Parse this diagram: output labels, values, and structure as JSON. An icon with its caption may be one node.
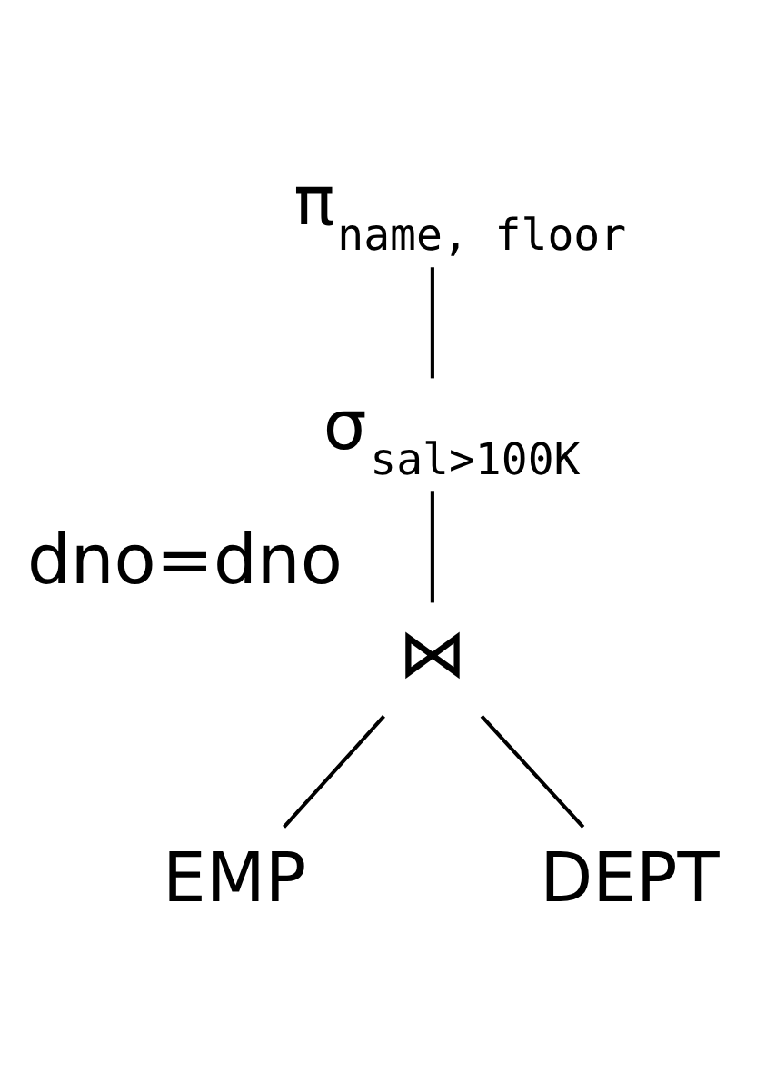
{
  "diagram": {
    "nodes": [
      {
        "text": [
          "π$_{name, floor}$"
        ]
      },
      {
        "text": [
          "σ$_{sal>100K}$"
        ]
      },
      {
        "text": [
          "⋈"
        ],
        "beside": [
          "dno=dno"
        ]
      },
      {
        "text": [
          "EMP"
        ]
      },
      {
        "text": [
          "DEPT"
        ]
      }
    ],
    "edges": [
      {
        "from": 0,
        "to": 1,
        "arrow": "none"
      },
      {
        "from": 1,
        "to": 2,
        "arrow": "none"
      },
      {
        "from": 2,
        "to": 3,
        "arrow": "none"
      },
      {
        "from": 2,
        "to": 4,
        "arrow": "none"
      }
    ]
  }
}
